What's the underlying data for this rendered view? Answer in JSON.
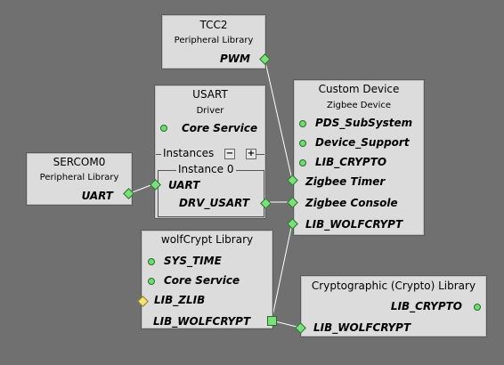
{
  "diagram": {
    "tcc2": {
      "title": "TCC2",
      "subtitle": "Peripheral Library",
      "ports": [
        "PWM"
      ]
    },
    "usart": {
      "title": "USART",
      "subtitle": "Driver",
      "ports": [
        "Core Service"
      ],
      "instances_label": "Instances",
      "minus": "−",
      "plus": "+",
      "instance0_label": "Instance 0",
      "instance_ports": [
        "UART",
        "DRV_USART"
      ]
    },
    "sercom0": {
      "title": "SERCOM0",
      "subtitle": "Peripheral Library",
      "ports": [
        "UART"
      ]
    },
    "custom": {
      "title": "Custom Device",
      "subtitle": "Zigbee Device",
      "ports": [
        "PDS_SubSystem",
        "Device_Support",
        "LIB_CRYPTO",
        "Zigbee Timer",
        "Zigbee Console",
        "LIB_WOLFCRYPT"
      ]
    },
    "wolf": {
      "title": "wolfCrypt Library",
      "ports": [
        "SYS_TIME",
        "Core Service",
        "LIB_ZLIB",
        "LIB_WOLFCRYPT"
      ]
    },
    "crypto": {
      "title": "Cryptographic (Crypto) Library",
      "ports": [
        "LIB_CRYPTO",
        "LIB_WOLFCRYPT"
      ]
    }
  },
  "colors": {
    "background": "#707070",
    "node": "#dcdcdc",
    "port_green": "#6fdc6f",
    "port_yellow": "#f5e27a",
    "wire": "#ffffff"
  }
}
